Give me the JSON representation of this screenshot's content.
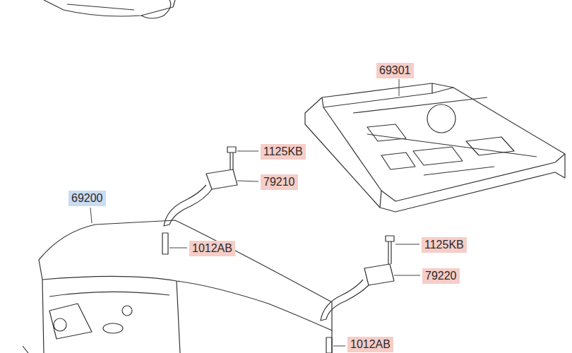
{
  "diagram": {
    "labels": [
      "69301",
      "1125KB",
      "79210",
      "69200",
      "1012AB",
      "1125KB",
      "79220",
      "1012AB"
    ]
  }
}
